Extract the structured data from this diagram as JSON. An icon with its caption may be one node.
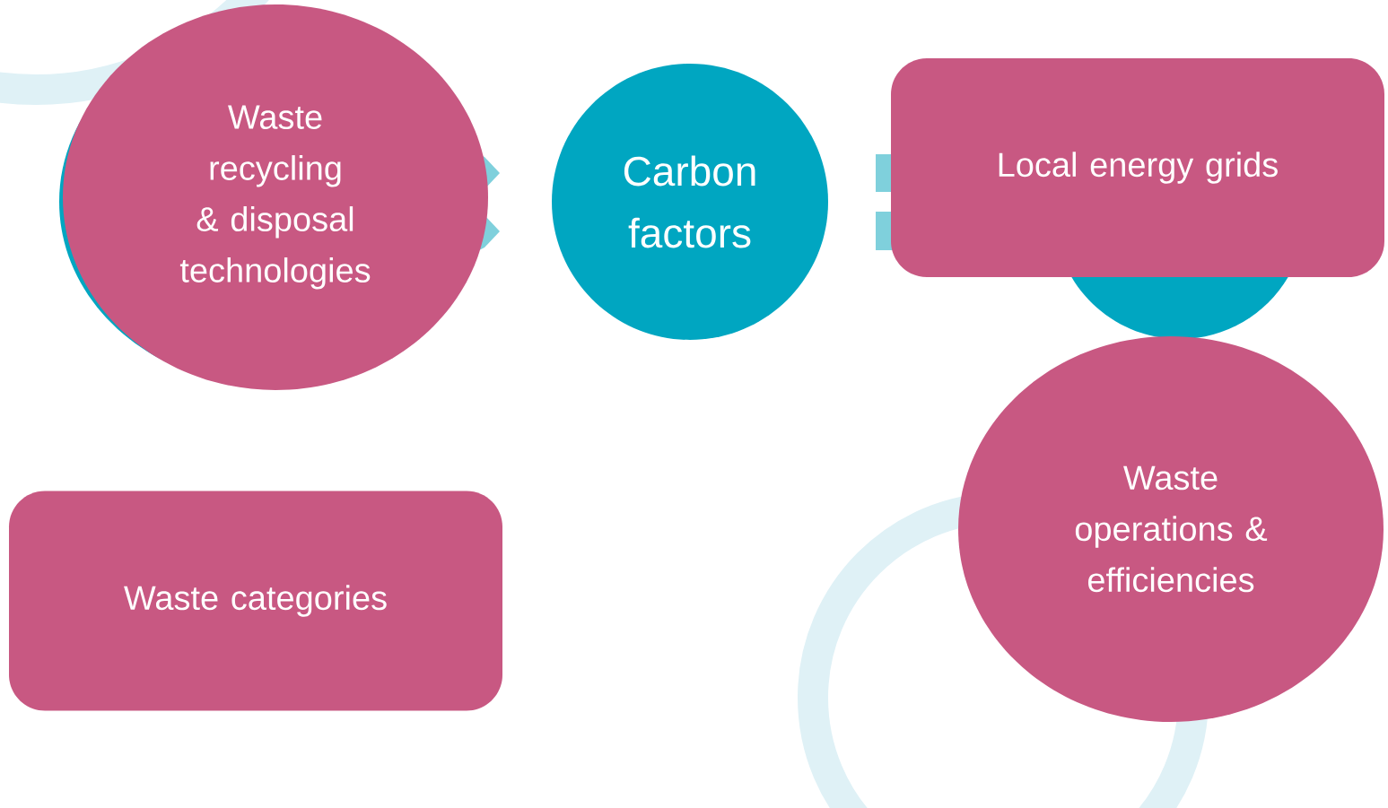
{
  "diagram": {
    "nodes": [
      {
        "text": [
          "Waste recycling & disposal technologies"
        ]
      },
      {
        "text": [
          "Carbon factors"
        ]
      },
      {
        "text": [
          "Local energy grids"
        ]
      },
      {
        "text": [
          "Waste operations & efficiencies"
        ]
      },
      {
        "text": [
          "Waste categories"
        ]
      }
    ]
  }
}
